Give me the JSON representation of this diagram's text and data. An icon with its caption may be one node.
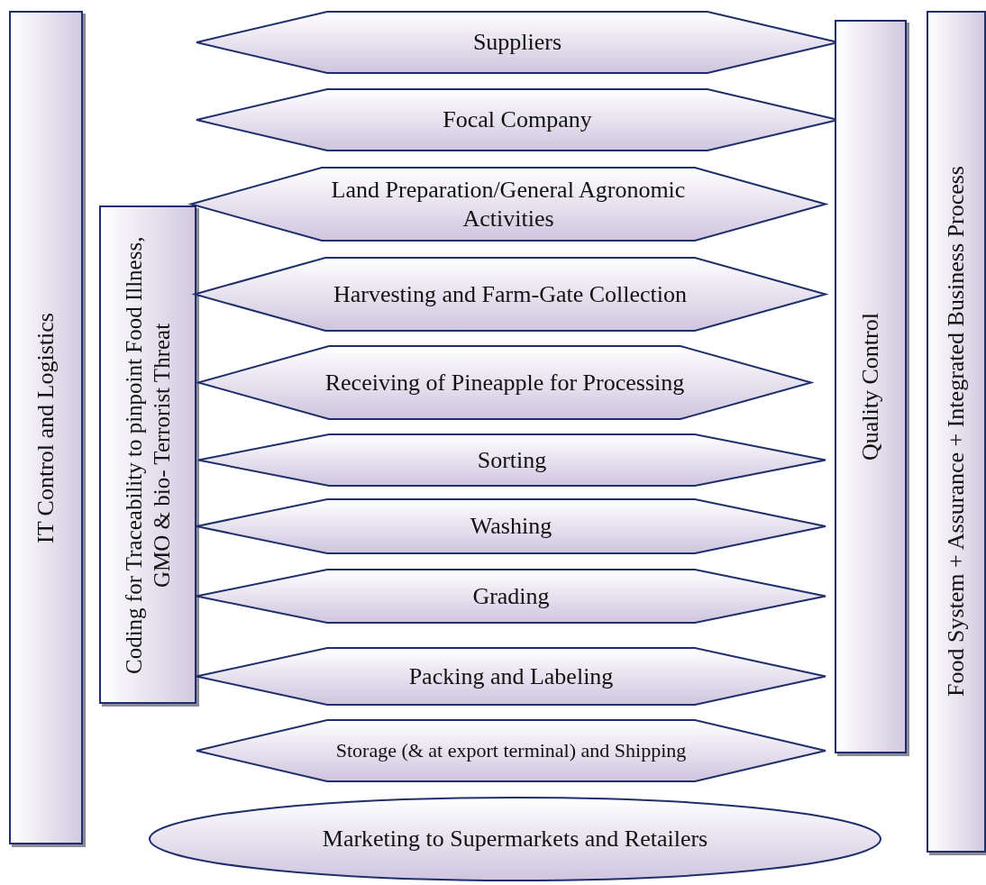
{
  "diagram": {
    "nodes": [
      {
        "text": [
          "IT Control and Logistics"
        ]
      },
      {
        "text": [
          "Coding for Traceability to pinpoint Food Illness, GMO & bio- Terrorist Threat"
        ]
      },
      {
        "text": [
          "Suppliers"
        ]
      },
      {
        "text": [
          "Focal Company"
        ]
      },
      {
        "text": [
          "Land Preparation/General Agronomic Activities"
        ]
      },
      {
        "text": [
          "Harvesting and Farm-Gate Collection"
        ]
      },
      {
        "text": [
          "Receiving of Pineapple for Processing"
        ]
      },
      {
        "text": [
          "Sorting"
        ]
      },
      {
        "text": [
          "Washing"
        ]
      },
      {
        "text": [
          "Grading"
        ]
      },
      {
        "text": [
          "Packing and Labeling"
        ]
      },
      {
        "text": [
          "Storage (& at export terminal) and Shipping"
        ]
      },
      {
        "text": [
          "Marketing to Supermarkets and Retailers"
        ]
      },
      {
        "text": [
          "Quality Control"
        ]
      },
      {
        "text": [
          "Food System + Assurance + Integrated Business Process"
        ]
      }
    ]
  }
}
